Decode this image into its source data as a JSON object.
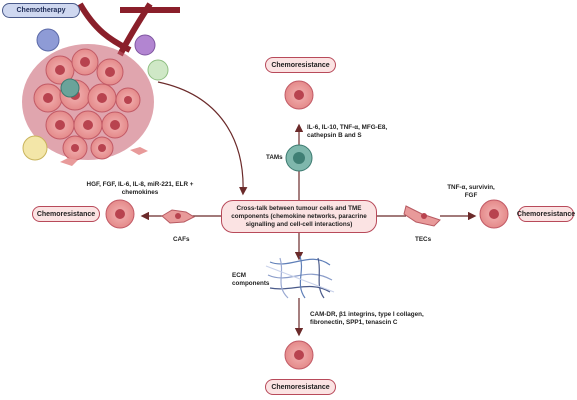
{
  "chemotherapy_label": "Chemotherapy",
  "center_text": "Cross-talk between tumour cells and TME components (chemokine networks, paracrine signalling and cell-cell interactions)",
  "chemoresistance": "Chemoresistance",
  "tams": {
    "label": "TAMs",
    "factors": "IL-6, IL-10, TNF-α, MFG-E8, cathepsin B and S"
  },
  "cafs": {
    "label": "CAFs",
    "factors": "HGF, FGF, IL-6, IL-8, miR-221, ELR + chemokines"
  },
  "tecs": {
    "label": "TECs",
    "factors": "TNF-α, survivin, FGF"
  },
  "ecm": {
    "label": "ECM components",
    "factors": "CAM-DR, β1 integrins, type I collagen, fibronectin, SPP1, tenascin C"
  },
  "colors": {
    "pill_fill": "#fbe3e3",
    "pill_border": "#b84a5a",
    "chemo_fill": "#cfd8f0",
    "arrow": "#6b2a2a"
  }
}
